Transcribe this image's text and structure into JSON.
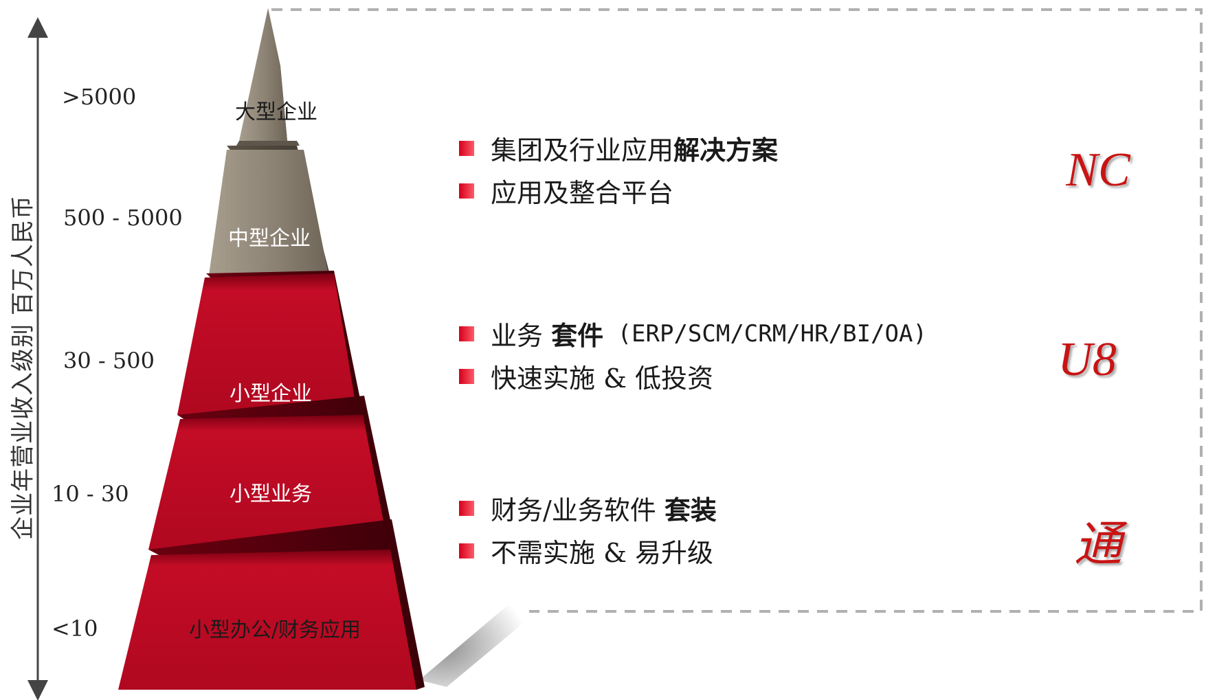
{
  "axis": {
    "title": "企业年营业收入级别 百万人民币",
    "ranges": [
      ">5000",
      "500 - 5000",
      "30 - 500",
      "10 - 30",
      "<10"
    ]
  },
  "pyramid": {
    "tiers": [
      "大型企业",
      "中型企业",
      "小型企业",
      "小型业务",
      "小型办公/财务应用"
    ],
    "colors": {
      "top": "#8c8274",
      "bottom": "#b80a22"
    }
  },
  "products": [
    {
      "brand": "NC",
      "bullets": [
        {
          "normal": "集团及行业应用",
          "bold": "解决方案",
          "tail": ""
        },
        {
          "normal": "应用及整合平台",
          "bold": "",
          "tail": ""
        }
      ]
    },
    {
      "brand": "U8",
      "bullets": [
        {
          "normal": "业务 ",
          "bold": "套件",
          "tail": " (ERP/SCM/CRM/HR/BI/OA)"
        },
        {
          "normal": "快速实施 & 低投资",
          "bold": "",
          "tail": ""
        }
      ]
    },
    {
      "brand": "通",
      "bullets": [
        {
          "normal": "财务/业务软件 ",
          "bold": "套装",
          "tail": ""
        },
        {
          "normal": "不需实施 & 易升级",
          "bold": "",
          "tail": ""
        }
      ]
    }
  ]
}
